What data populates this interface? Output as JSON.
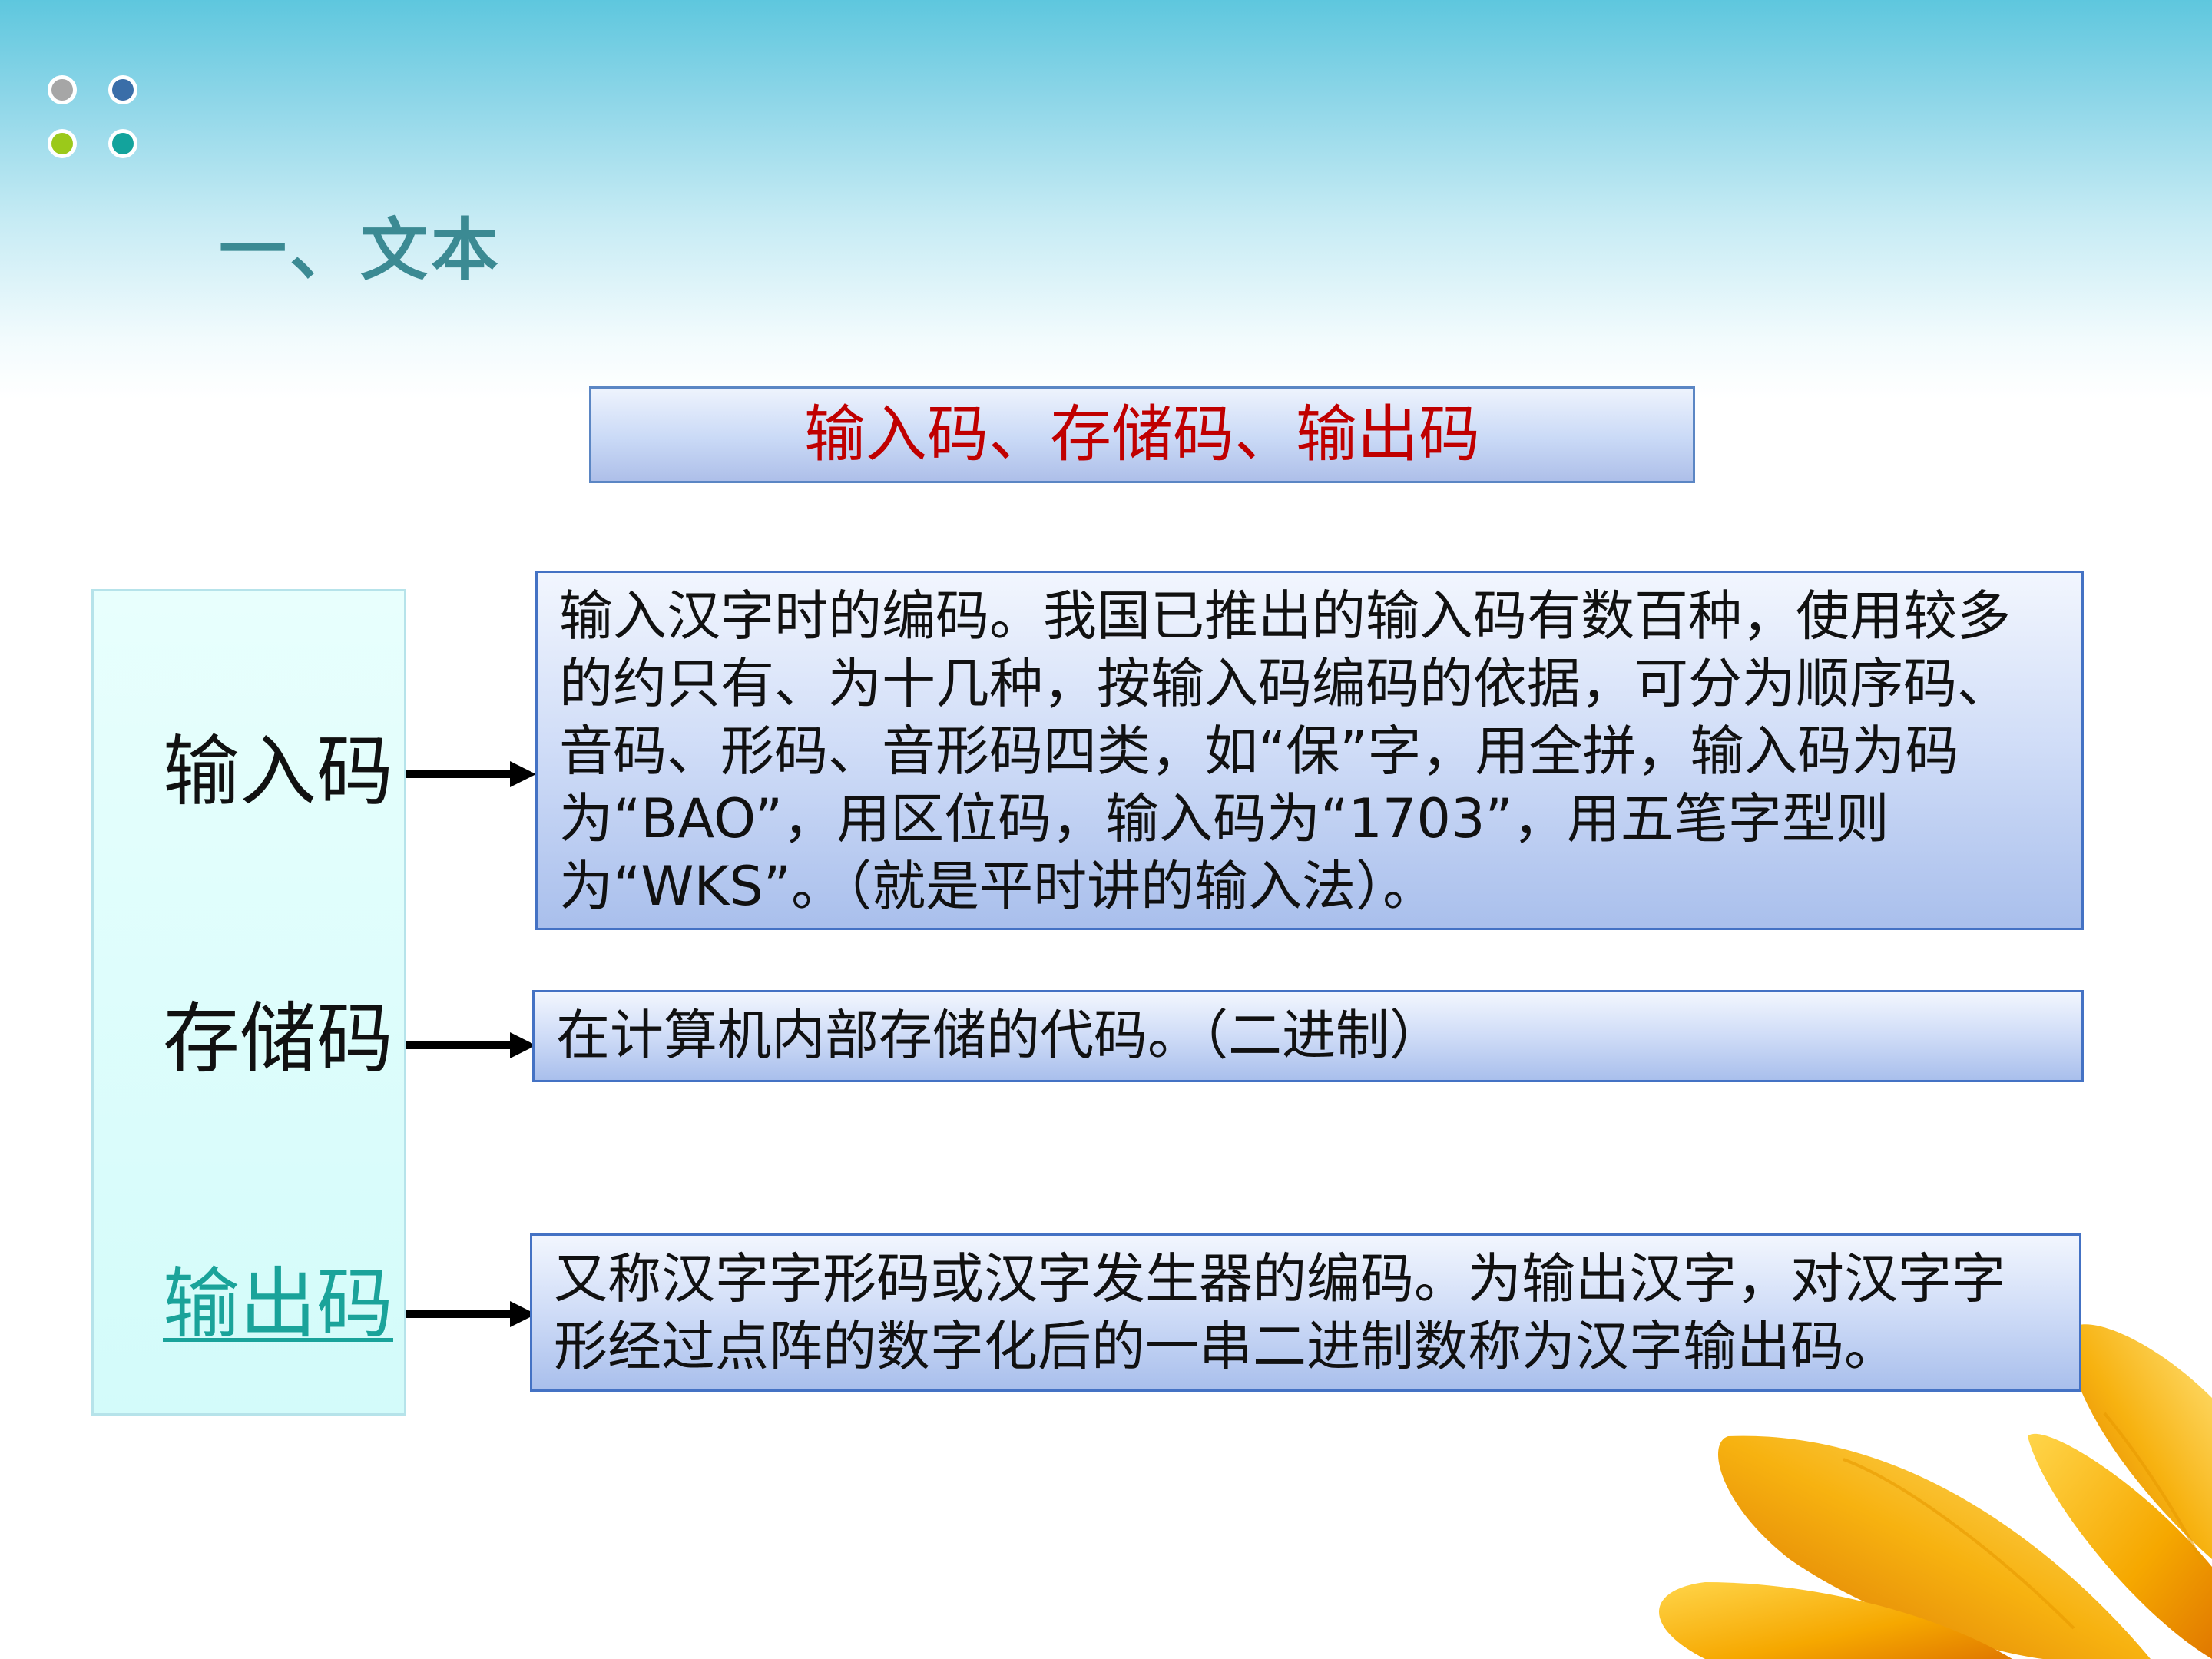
{
  "slide": {
    "title": "一、文本",
    "heading": "输入码、存储码、输出码"
  },
  "colors": {
    "header_gradient_top": "#5ec7de",
    "title_color": "#3b8a93",
    "heading_color": "#c00000",
    "link_color": "#1aa39a",
    "box_border": "#4472c4",
    "dot_colors": [
      "#a6a6a6",
      "#3a6ea8",
      "#9bc91a",
      "#13a39c"
    ]
  },
  "rows": [
    {
      "label": "输入码",
      "is_link": false,
      "description": "输入汉字时的编码。我国已推出的输入码有数百种，使用较多的约只有、为十几种，按输入码编码的依据，可分为顺序码、音码、形码、音形码四类，如“保”字，用全拼，输入码为码为“BAO”，用区位码，输入码为“1703”，用五笔字型则为“WKS”。（就是平时讲的输入法）。"
    },
    {
      "label": "存储码",
      "is_link": false,
      "description": "在计算机内部存储的代码。（二进制）"
    },
    {
      "label": "输出码",
      "is_link": true,
      "description": "又称汉字字形码或汉字发生器的编码。为输出汉字，对汉字字形经过点阵的数字化后的一串二进制数称为汉字输出码。"
    }
  ],
  "icons": {
    "decor_dots": "four-dot-grid-icon",
    "arrows": "right-arrow-icon",
    "corner_image": "sunflower-petals-image"
  }
}
